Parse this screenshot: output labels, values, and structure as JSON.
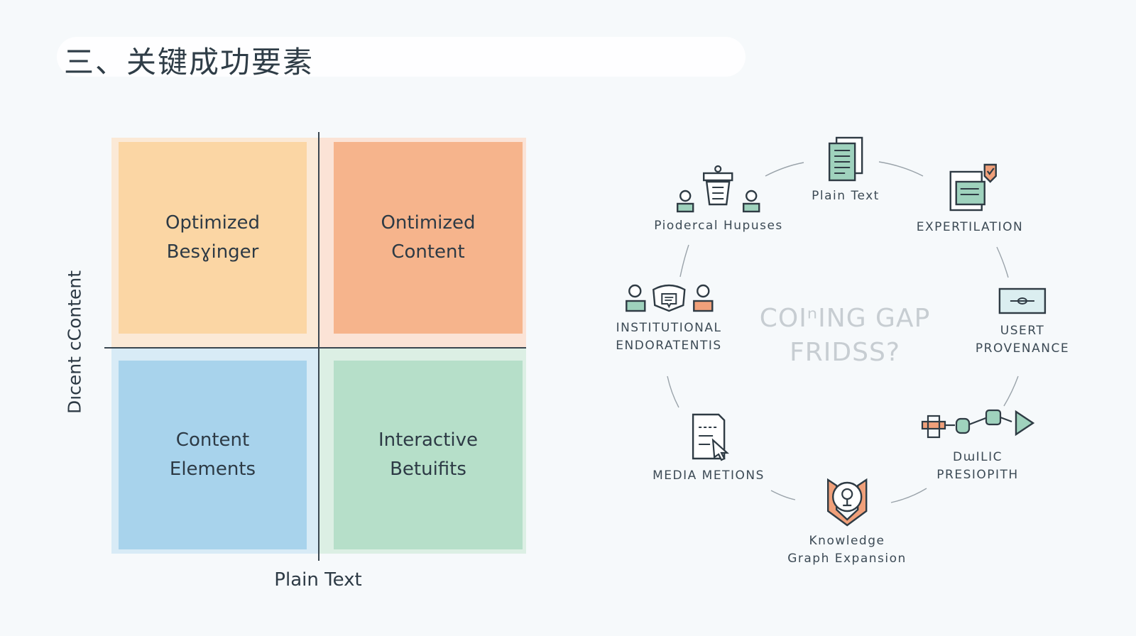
{
  "title": "三、关键成功要素",
  "matrix": {
    "y_axis_label": "Dıcent cContent",
    "x_axis_label": "Plain Text",
    "quadrants": [
      {
        "id": "top-left",
        "lines": [
          "Optimized",
          "Besɣinger"
        ],
        "color": "#fbd6a4",
        "halo": "#fbe9d6"
      },
      {
        "id": "top-right",
        "lines": [
          "Ontimized",
          "Content"
        ],
        "color": "#f6b48c",
        "halo": "#fbe3d6"
      },
      {
        "id": "bottom-left",
        "lines": [
          "Content",
          "Elements"
        ],
        "color": "#a8d3ec",
        "halo": "#d8ebf6"
      },
      {
        "id": "bottom-right",
        "lines": [
          "Interactive",
          "Betuifits"
        ],
        "color": "#b6dfc9",
        "halo": "#dcefe4"
      }
    ]
  },
  "cycle": {
    "center_lines": [
      "COIⁿING GAP",
      "FRIDSS?"
    ],
    "nodes": [
      {
        "id": "plain-text",
        "lines": [
          "Plain Text"
        ],
        "icon": "document-icon"
      },
      {
        "id": "expertilation",
        "lines": [
          "EXPERTILATION"
        ],
        "icon": "badge-document-icon"
      },
      {
        "id": "usert-provenance",
        "lines": [
          "USERT",
          "PROVENANCE"
        ],
        "icon": "screen-icon"
      },
      {
        "id": "dwilic-presiopith",
        "lines": [
          "DɯILIC",
          "PRESIOPITH"
        ],
        "icon": "pipeline-icon"
      },
      {
        "id": "knowledge-graph",
        "lines": [
          "Knowledge",
          "Graph Expansion"
        ],
        "icon": "knowledge-icon"
      },
      {
        "id": "media-mentions",
        "lines": [
          "MEDIA METIONS"
        ],
        "icon": "media-document-icon"
      },
      {
        "id": "institutional",
        "lines": [
          "INSTITUTIONAL",
          "ENDORATENTIS"
        ],
        "icon": "people-icon"
      },
      {
        "id": "piodercal-hupuses",
        "lines": [
          "Piodercal Hupuses"
        ],
        "icon": "people-basket-icon"
      }
    ]
  },
  "colors": {
    "teal": "#9fd2bd",
    "stroke": "#2f3b44",
    "orange": "#f0a07a"
  }
}
